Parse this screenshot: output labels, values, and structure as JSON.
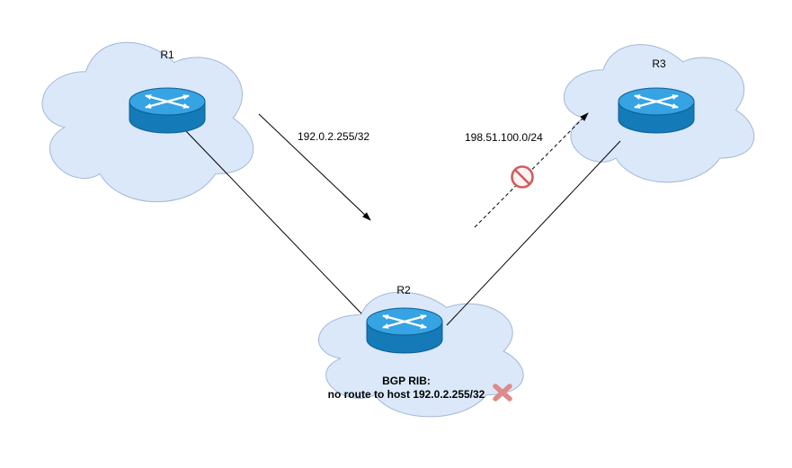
{
  "nodes": {
    "r1": {
      "label": "R1",
      "type": "router"
    },
    "r2": {
      "label": "R2",
      "type": "router"
    },
    "r3": {
      "label": "R3",
      "type": "router"
    }
  },
  "edges": {
    "route_advertisement": {
      "label": "192.0.2.255/32",
      "style": "solid-arrow"
    },
    "blocked_route": {
      "label": "198.51.100.0/24",
      "style": "dashed-arrow-blocked"
    },
    "link_r1_r2": {
      "style": "solid-line"
    },
    "link_r2_r3": {
      "style": "solid-line"
    }
  },
  "annotations": {
    "bgp_rib": {
      "line1": "BGP RIB:",
      "line2": "no route to host 192.0.2.255/32"
    }
  },
  "colors": {
    "cloud_fill": "#dae8fa",
    "cloud_stroke": "#a3b8d4",
    "router_top": "#36a3e3",
    "router_body": "#147ab8",
    "router_outline": "#0d5e91",
    "error_red": "#d25c5c",
    "soft_red": "#de8a8a",
    "edge_black": "#000000"
  }
}
